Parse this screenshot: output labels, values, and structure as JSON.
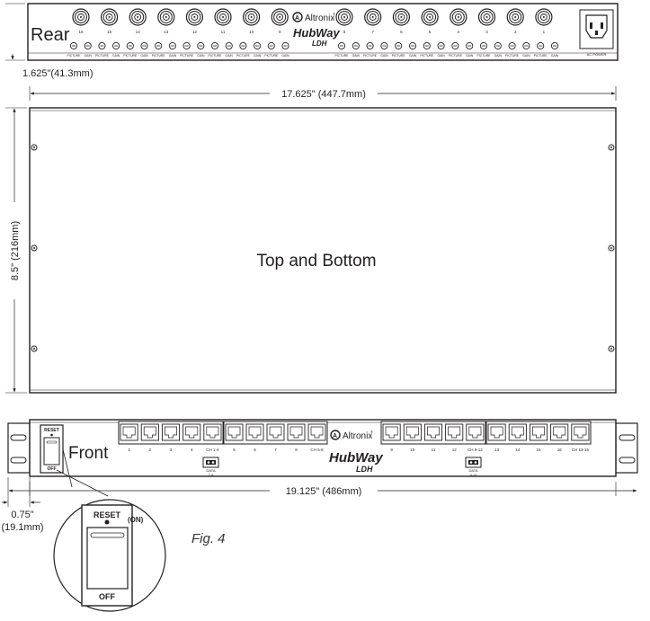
{
  "brand": {
    "name": "Altronix",
    "trademark": "®",
    "product_line": "HubWay",
    "product_model": "LDH"
  },
  "rear_view": {
    "title": "Rear",
    "bnc_left_numbers": [
      "16",
      "15",
      "14",
      "13",
      "12",
      "11",
      "10",
      "9"
    ],
    "bnc_right_numbers": [
      "8",
      "7",
      "6",
      "5",
      "4",
      "3",
      "2",
      "1"
    ],
    "pot_labels_left": [
      "PICTURE",
      "GAIN",
      "PICTURE",
      "GAIN",
      "PICTURE",
      "GAIN",
      "PICTURE",
      "GAIN",
      "PICTURE",
      "GAIN",
      "PICTURE",
      "GAIN",
      "PICTURE",
      "GAIN",
      "PICTURE",
      "GAIN"
    ],
    "pot_labels_right": [
      "PICTURE",
      "GAIN",
      "PICTURE",
      "GAIN",
      "PICTURE",
      "GAIN",
      "PICTURE",
      "GAIN",
      "PICTURE",
      "GAIN",
      "PICTURE",
      "GAIN",
      "PICTURE",
      "GAIN",
      "PICTURE",
      "GAIN"
    ],
    "ac_power_label": "AC POWER",
    "height_dimension": "1.625\"(41.3mm)"
  },
  "top_view": {
    "title": "Top and Bottom",
    "width_dimension": "17.625\" (447.7mm)",
    "depth_dimension": "8.5\" (216mm)"
  },
  "front_view": {
    "title": "Front",
    "switch_top_label": "RESET",
    "switch_bottom_label": "OFF",
    "port_group_a_numbers": [
      "1",
      "2",
      "3",
      "4",
      "CH 1-4"
    ],
    "port_group_b_numbers": [
      "5",
      "6",
      "7",
      "8",
      "CH 5-8"
    ],
    "port_group_c_numbers": [
      "9",
      "10",
      "11",
      "12",
      "CH 9-12"
    ],
    "port_group_d_numbers": [
      "13",
      "14",
      "15",
      "16",
      "CH 13-16"
    ],
    "data_connector_left": {
      "line1": "DATA",
      "line2": "1-8"
    },
    "data_connector_right": {
      "line1": "DATA",
      "line2": "9-16"
    },
    "width_dimension": "19.125\" (486mm)",
    "flange_dimension_line1": "0.75\"",
    "flange_dimension_line2": "(19.1mm)"
  },
  "detail_callout": {
    "top_label": "RESET",
    "state_label": "(ON)",
    "bottom_label": "OFF"
  },
  "figure_caption": "Fig. 4"
}
